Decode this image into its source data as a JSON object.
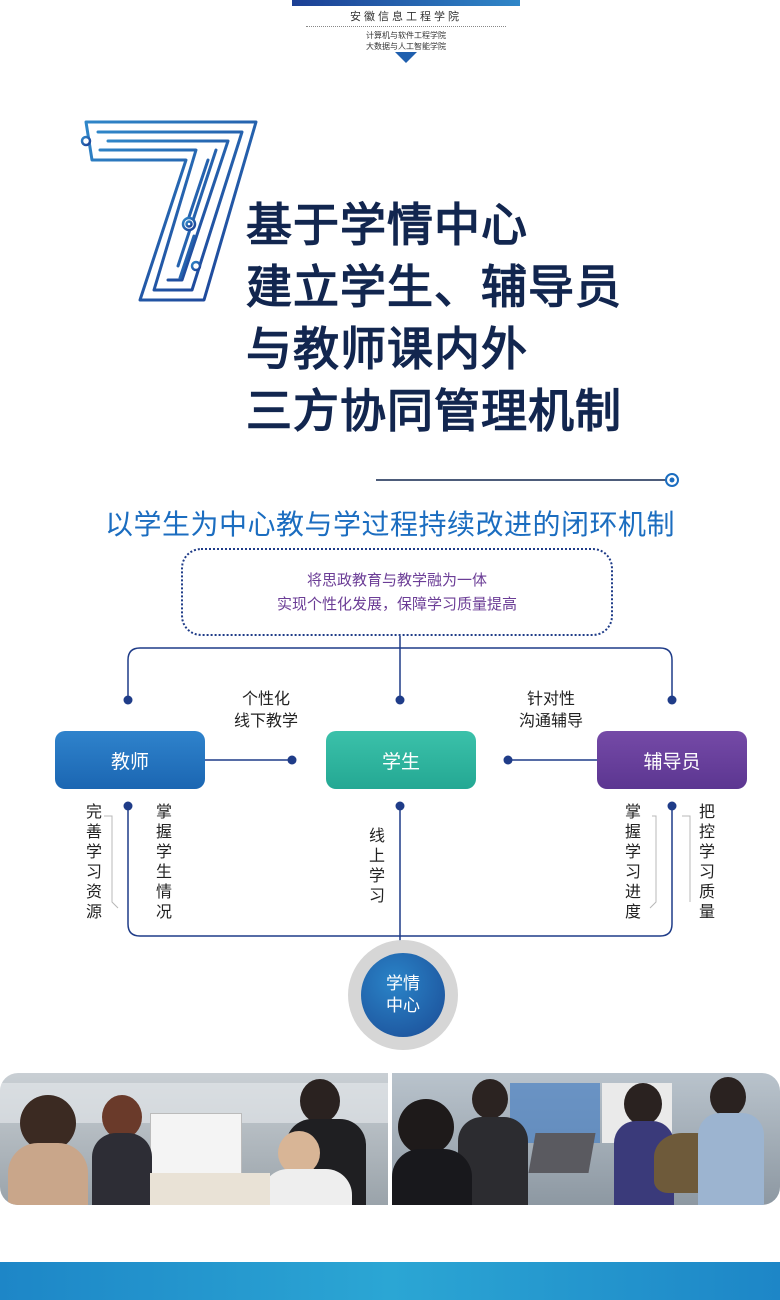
{
  "header": {
    "school": "安徽信息工程学院",
    "college_1": "计算机与软件工程学院",
    "college_2": "大数据与人工智能学院"
  },
  "heading": {
    "number": "7",
    "title_lines": [
      "基于学情中心",
      "建立学生、辅导员",
      "与教师课内外",
      "三方协同管理机制"
    ]
  },
  "subtitle": "以学生为中心教与学过程持续改进的闭环机制",
  "diagram": {
    "goal_lines": [
      "将思政教育与教学融为一体",
      "实现个性化发展，保障学习质量提高"
    ],
    "roles": {
      "teacher": "教师",
      "student": "学生",
      "counselor": "辅导员"
    },
    "links": {
      "teacher_student": [
        "个性化",
        "线下教学"
      ],
      "counselor_student": [
        "针对性",
        "沟通辅导"
      ]
    },
    "vertical_labels": {
      "improve_resources": "完善学习资源",
      "grasp_student": "掌握学生情况",
      "online_learning": "线上学习",
      "grasp_progress": "掌握学习进度",
      "control_quality": "把控学习质量"
    },
    "hub_lines": [
      "学情",
      "中心"
    ]
  },
  "colors": {
    "navy": "#12264f",
    "blue": "#1b6dc0",
    "teacher": "#1b66b2",
    "student": "#24a893",
    "counselor": "#5c3691",
    "goal_text": "#6b3d96",
    "wire": "#1f3c88"
  }
}
